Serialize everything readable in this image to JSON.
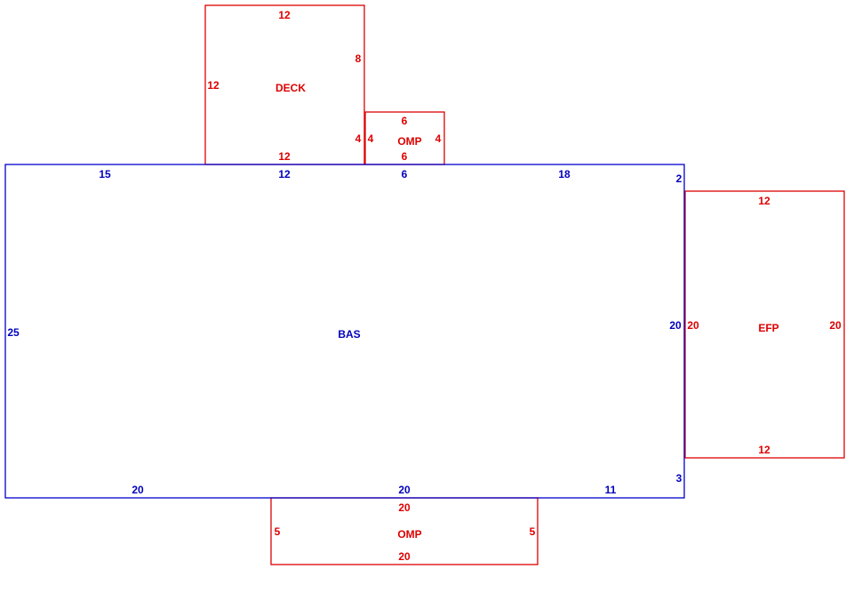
{
  "colors": {
    "main_area": "#0000cc",
    "addition_area": "#dd0000"
  },
  "areas": {
    "bas": {
      "name": "BAS",
      "top": [
        "15",
        "12",
        "6",
        "18"
      ],
      "right_upper": "2",
      "right_mid": "20",
      "right_lower": "3",
      "left": "25",
      "bottom": [
        "20",
        "20",
        "11"
      ]
    },
    "deck": {
      "name": "DECK",
      "top": "12",
      "left": "12",
      "right_upper": "8",
      "right_lower": "4",
      "bottom": "12"
    },
    "omp_top": {
      "name": "OMP",
      "top": "6",
      "left": "4",
      "right": "4",
      "bottom": "6"
    },
    "efp": {
      "name": "EFP",
      "top": "12",
      "left": "20",
      "right": "20",
      "bottom": "12"
    },
    "omp_bottom": {
      "name": "OMP",
      "top": "20",
      "left": "5",
      "right": "5",
      "bottom": "20"
    }
  }
}
